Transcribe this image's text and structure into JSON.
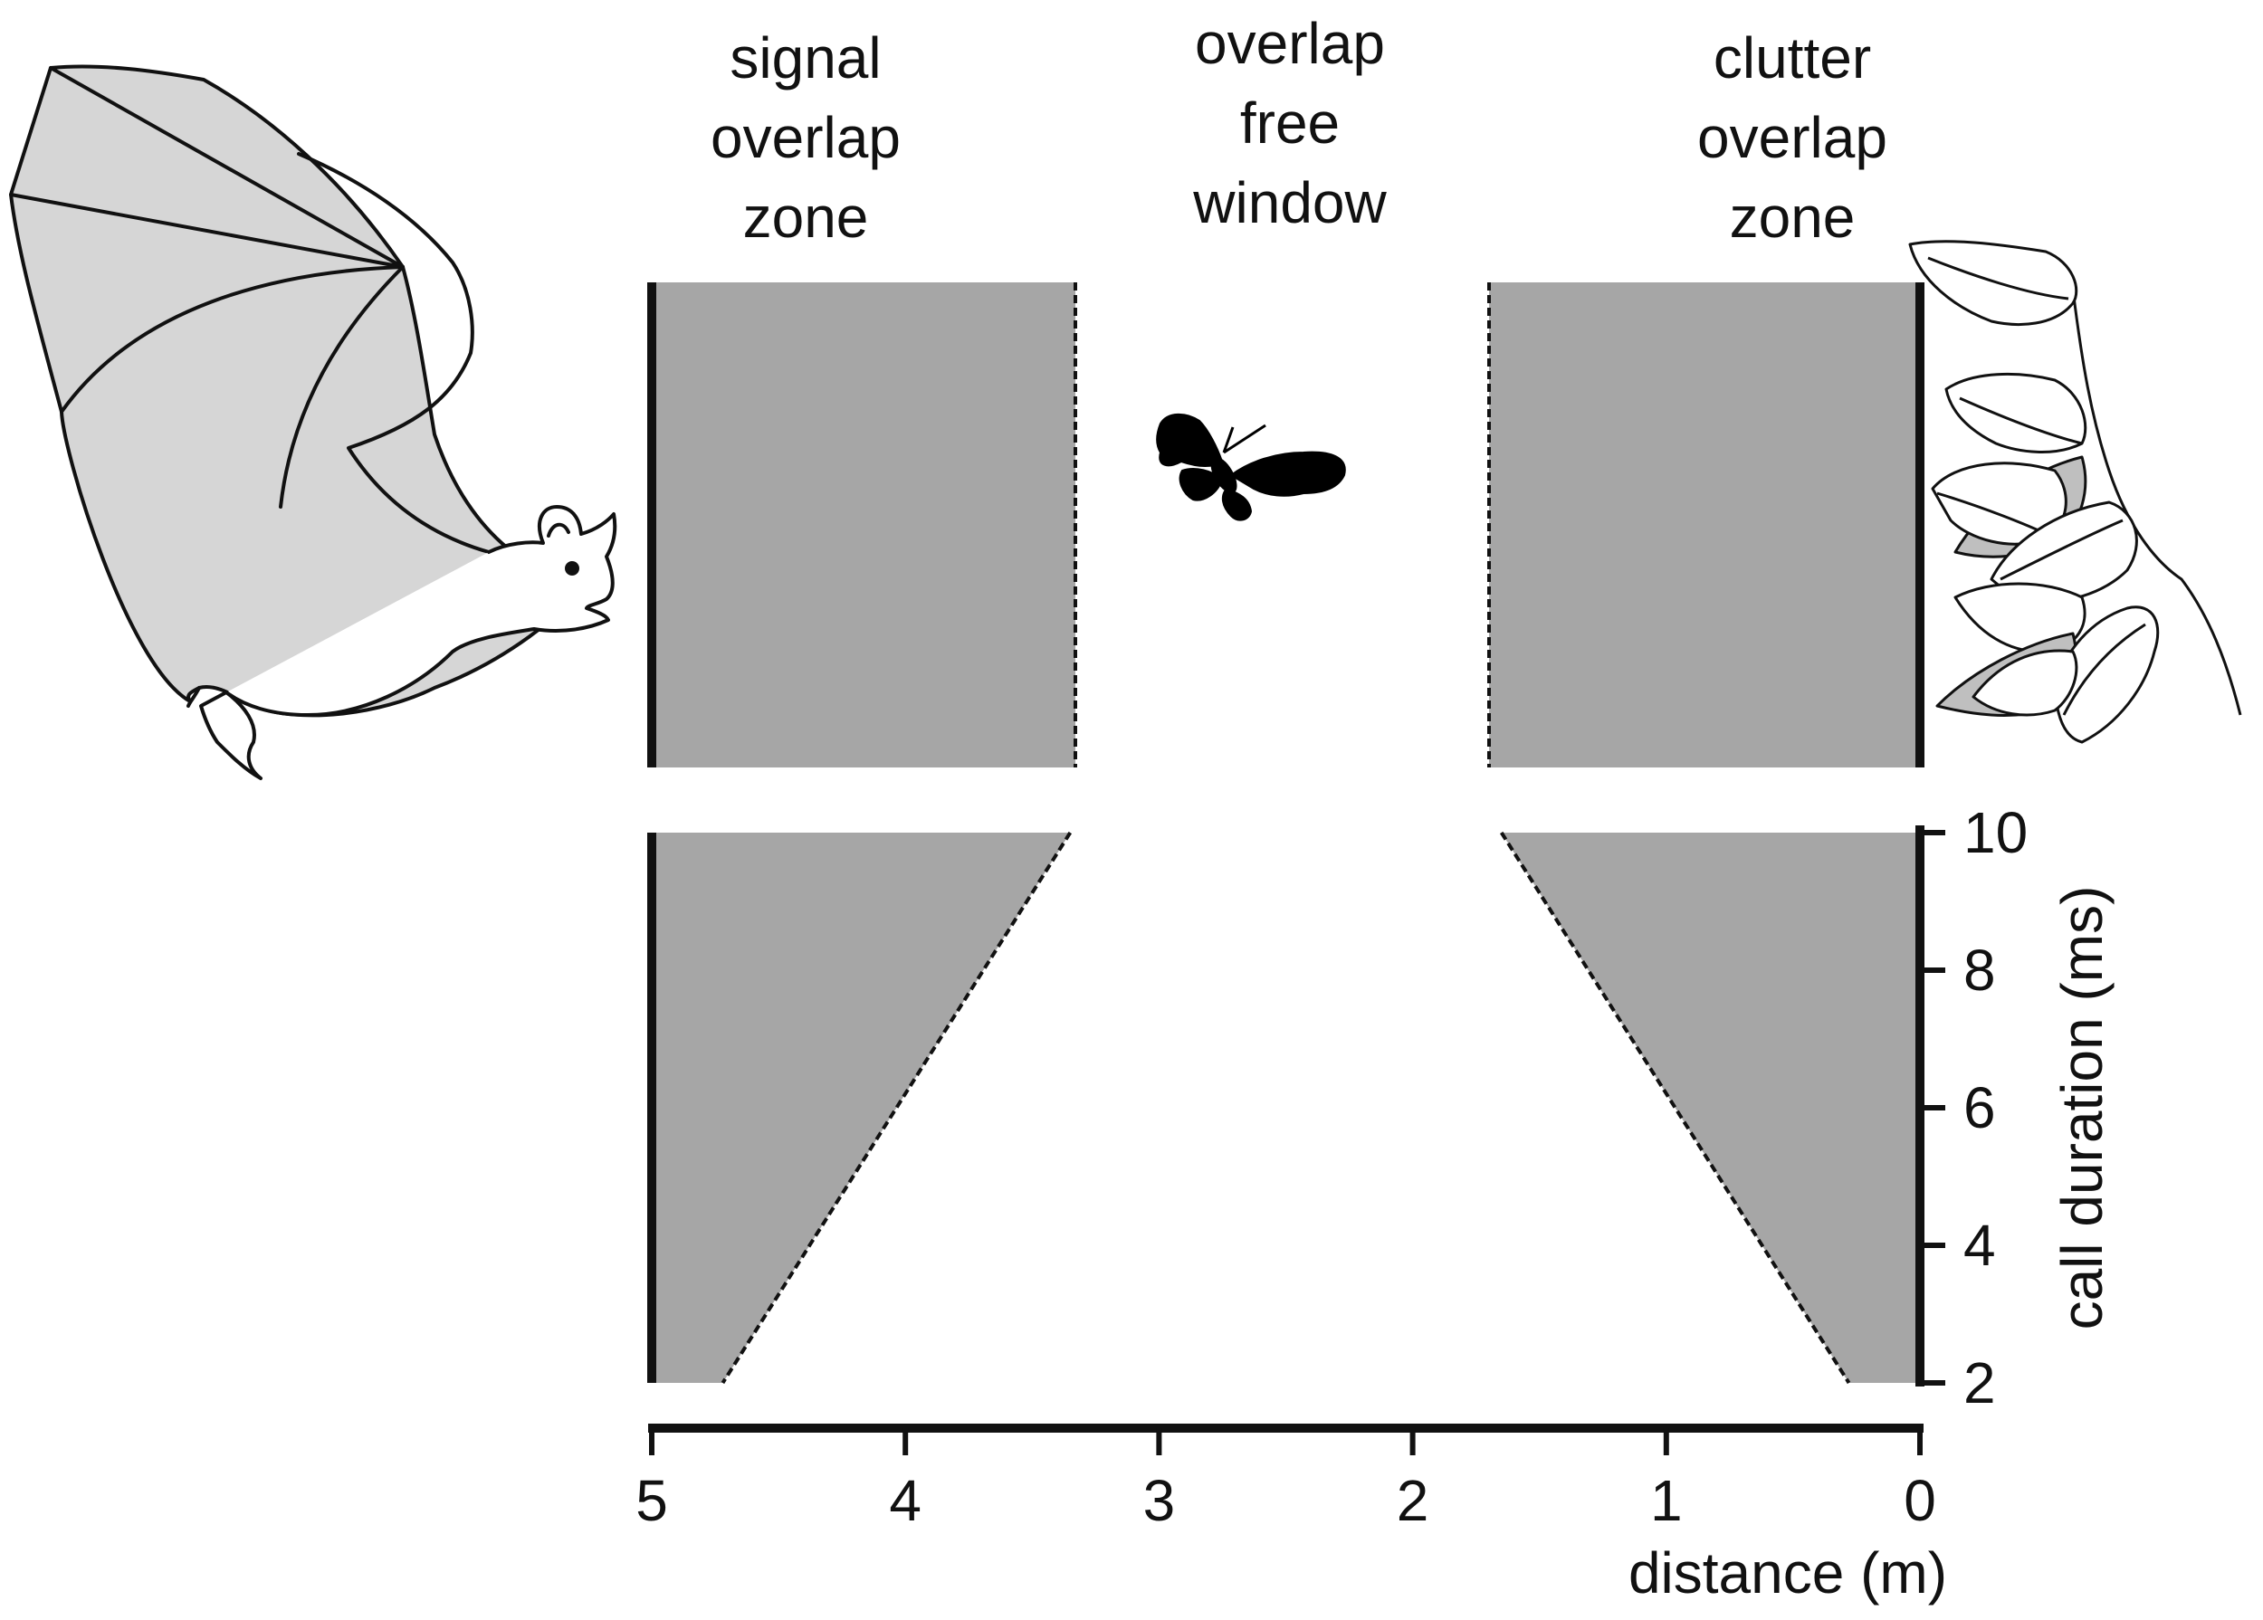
{
  "zones": {
    "signal": [
      "signal",
      "overlap",
      "zone"
    ],
    "free": [
      "overlap",
      "free",
      "window"
    ],
    "clutter": [
      "clutter",
      "overlap",
      "zone"
    ]
  },
  "x_axis": {
    "label": "distance (m)",
    "ticks": [
      "5",
      "4",
      "3",
      "2",
      "1",
      "0"
    ]
  },
  "y_axis": {
    "label": "call duration (ms)",
    "ticks": [
      "10",
      "8",
      "6",
      "4",
      "2"
    ]
  },
  "illustrations": {
    "bat": "bat-illustration",
    "moth": "moth-icon",
    "foliage": "foliage-illustration"
  },
  "colors": {
    "zone_fill": "#a6a6a6",
    "line": "#111111"
  },
  "chart_data": {
    "type": "area",
    "x_unit": "m",
    "y_unit": "ms",
    "xlim": [
      5,
      0
    ],
    "ylim": [
      2,
      10
    ],
    "signal_overlap_boundary": {
      "distance_at_10ms": 3.35,
      "distance_at_2ms": 4.72
    },
    "clutter_overlap_boundary": {
      "distance_at_10ms": 1.65,
      "distance_at_2ms": 0.28
    },
    "top_panel_boundaries": {
      "signal_end": 3.3,
      "clutter_start": 1.68
    }
  }
}
